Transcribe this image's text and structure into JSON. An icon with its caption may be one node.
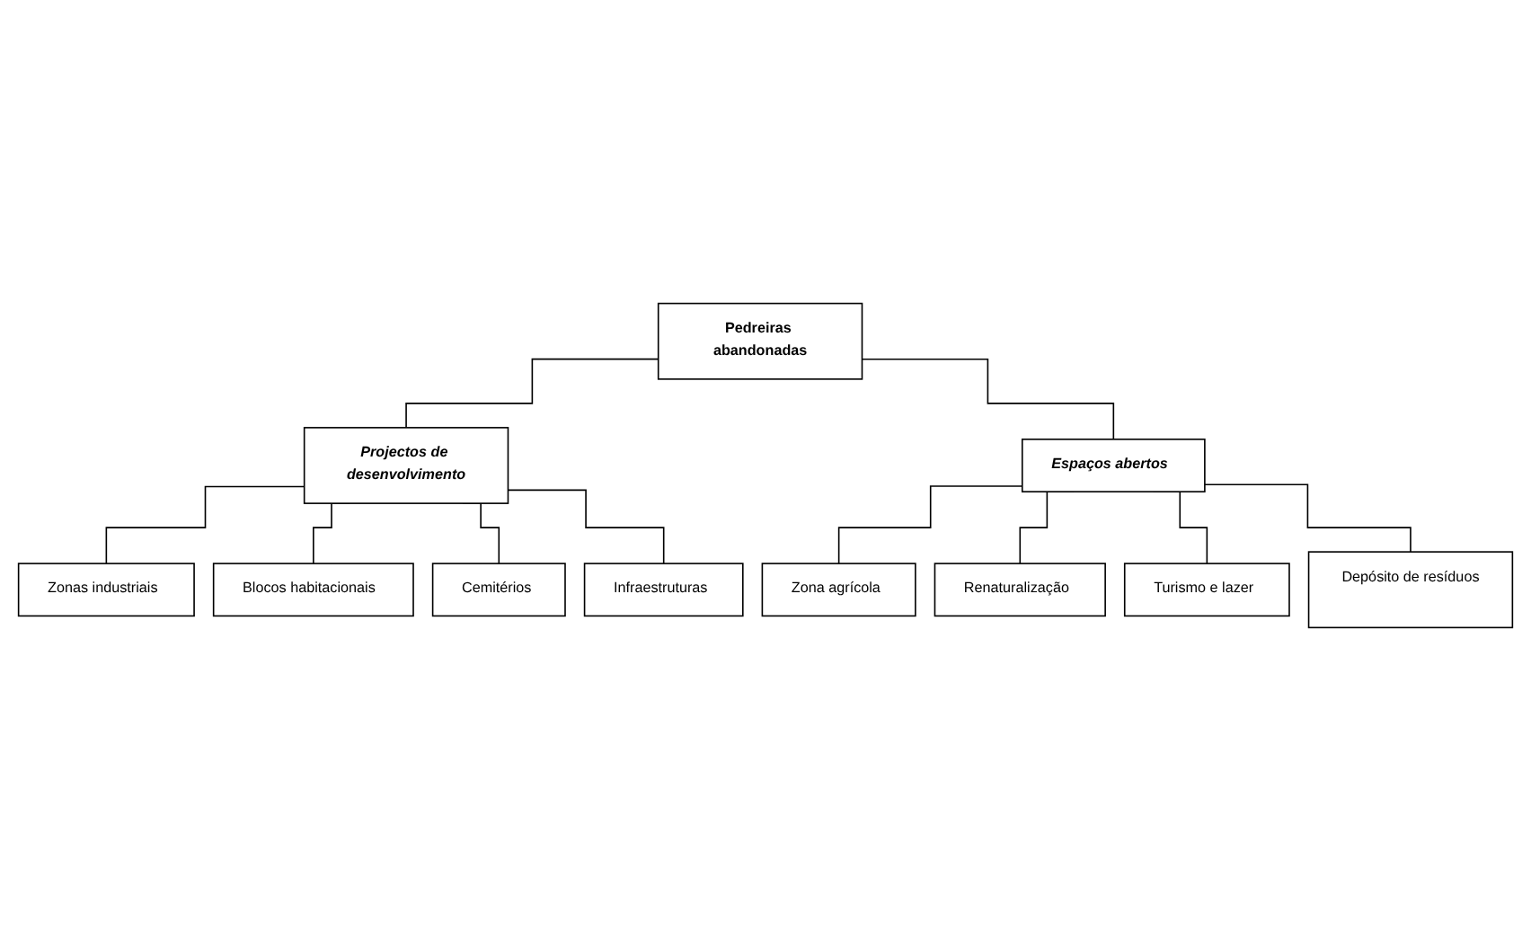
{
  "diagram": {
    "nodes": [
      {
        "text": [
          "Pedreiras abandonadas"
        ]
      },
      {
        "text": [
          "Projectos de desenvolvimento"
        ]
      },
      {
        "text": [
          "Espaços abertos"
        ]
      },
      {
        "text": [
          "Zonas industriais"
        ]
      },
      {
        "text": [
          "Blocos habitacionais"
        ]
      },
      {
        "text": [
          "Cemitérios"
        ]
      },
      {
        "text": [
          "Infraestruturas"
        ]
      },
      {
        "text": [
          "Zona agrícola"
        ]
      },
      {
        "text": [
          "Renaturalização"
        ]
      },
      {
        "text": [
          "Turismo e lazer"
        ]
      },
      {
        "text": [
          "Depósito de resíduos"
        ]
      }
    ],
    "edges": [
      {
        "from": 0,
        "to": 1,
        "arrow": "none"
      },
      {
        "from": 0,
        "to": 2,
        "arrow": "none"
      },
      {
        "from": 1,
        "to": 3,
        "arrow": "none"
      },
      {
        "from": 1,
        "to": 4,
        "arrow": "none"
      },
      {
        "from": 1,
        "to": 5,
        "arrow": "none"
      },
      {
        "from": 1,
        "to": 6,
        "arrow": "none"
      },
      {
        "from": 2,
        "to": 7,
        "arrow": "none"
      },
      {
        "from": 2,
        "to": 8,
        "arrow": "none"
      },
      {
        "from": 2,
        "to": 9,
        "arrow": "none"
      },
      {
        "from": 2,
        "to": 10,
        "arrow": "none"
      }
    ]
  }
}
